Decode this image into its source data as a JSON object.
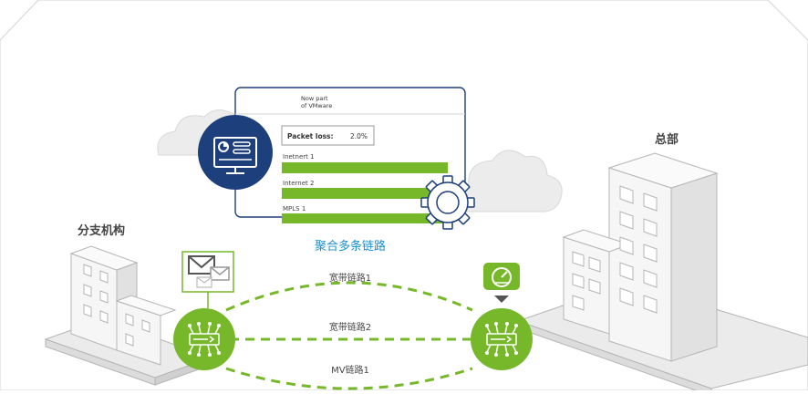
{
  "panel": {
    "brand_line1": "Now part",
    "brand_line2": "of VMware",
    "metric_label": "Packet loss:",
    "metric_value": "2.0%",
    "rows": [
      {
        "label": "Inetnert 1"
      },
      {
        "label": "Internet 2"
      },
      {
        "label": "MPLS 1"
      }
    ],
    "caption": "聚合多条链路"
  },
  "sites": {
    "branch_label": "分支机构",
    "hq_label": "总部"
  },
  "links": [
    {
      "label": "宽带链路1"
    },
    {
      "label": "宽带链路2"
    },
    {
      "label": "MV链路1"
    }
  ],
  "colors": {
    "accent_green": "#76b82a",
    "dark_blue": "#1d3f7c",
    "caption_blue": "#1a8fd0",
    "building_gray": "#f2f2f2",
    "outline_gray": "#b5b5b5"
  },
  "icons": {
    "panel_badge": "dashboard-monitor-icon",
    "gear": "gear-icon",
    "mail": "envelope-icon",
    "speed": "speedometer-icon",
    "router": "router-icon"
  }
}
